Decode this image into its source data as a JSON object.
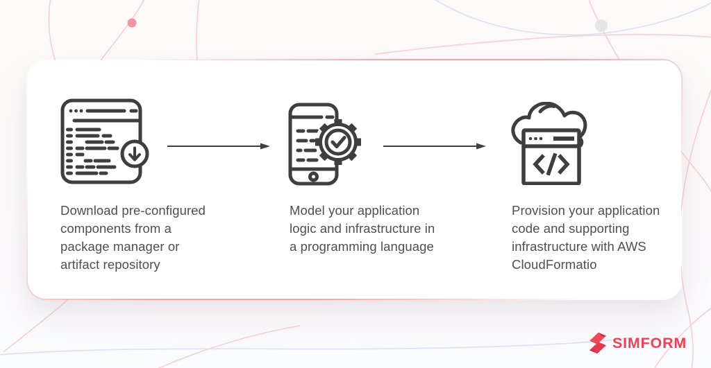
{
  "card": {
    "border_color": "#f6a2a2",
    "background": "#ffffff"
  },
  "steps": [
    {
      "icon": "code-window-download-icon",
      "text": "Download pre-configured\ncomponents from a\npackage manager or\nartifact repository"
    },
    {
      "icon": "phone-gear-check-icon",
      "text": "Model your application\nlogic and infrastructure in\na programming language"
    },
    {
      "icon": "cloud-code-icon",
      "text": "Provision your application\ncode and supporting\ninfrastructure with AWS\nCloudFormatio"
    }
  ],
  "decor": {
    "arrow_color": "#3f3f3f",
    "icon_stroke": "#3e3e3e",
    "text_color": "#4f4f4f",
    "pink_dot_color": "#f4949e",
    "gray_dot_color": "#e6e5e5",
    "curve_pink": "#f9ced5",
    "curve_blue": "#d9e0f7"
  },
  "logo": {
    "icon": "simform-mark-icon",
    "text": "SIMFORM",
    "color": "#ee4156"
  }
}
